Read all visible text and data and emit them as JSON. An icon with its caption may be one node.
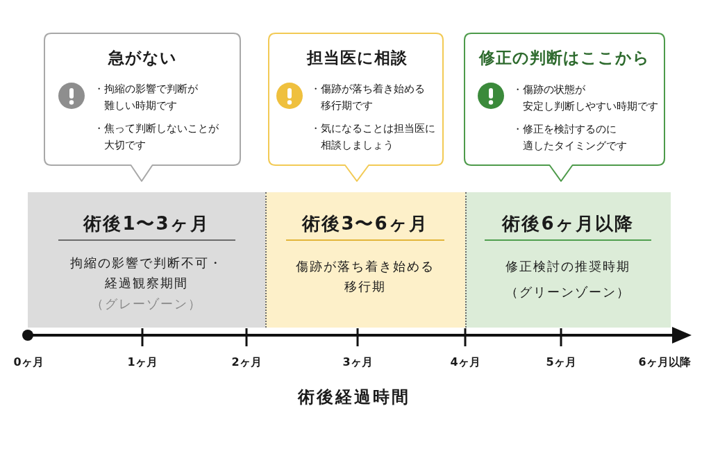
{
  "diagram": {
    "nodes": [
      {
        "text": [
          "急がない",
          "・拘縮の影響で判断が難しい時期です",
          "・焦って判断しないことが大切です"
        ]
      },
      {
        "text": [
          "担当医に相談",
          "・傷跡が落ち着き始める移行期です",
          "・気になることは担当医に相談しましょう"
        ]
      },
      {
        "text": [
          "修正の判断はここから",
          "・傷跡の状態が安定し判断しやすい時期です",
          "・修正を検討するのに適したタイミングです"
        ]
      },
      {
        "text": [
          "術後1〜3ヶ月",
          "拘縮の影響で判断不可・経過観察期間",
          "（グレーゾーン）"
        ]
      },
      {
        "text": [
          "術後3〜6ヶ月",
          "傷跡が落ち着き始める移行期"
        ]
      },
      {
        "text": [
          "術後6ヶ月以降",
          "修正検討の推奨時期",
          "（グリーンゾーン）"
        ]
      }
    ],
    "labels": [
      "0ヶ月",
      "1ヶ月",
      "2ヶ月",
      "3ヶ月",
      "4ヶ月",
      "5ヶ月",
      "6ヶ月以降",
      "術後経過時間"
    ]
  }
}
